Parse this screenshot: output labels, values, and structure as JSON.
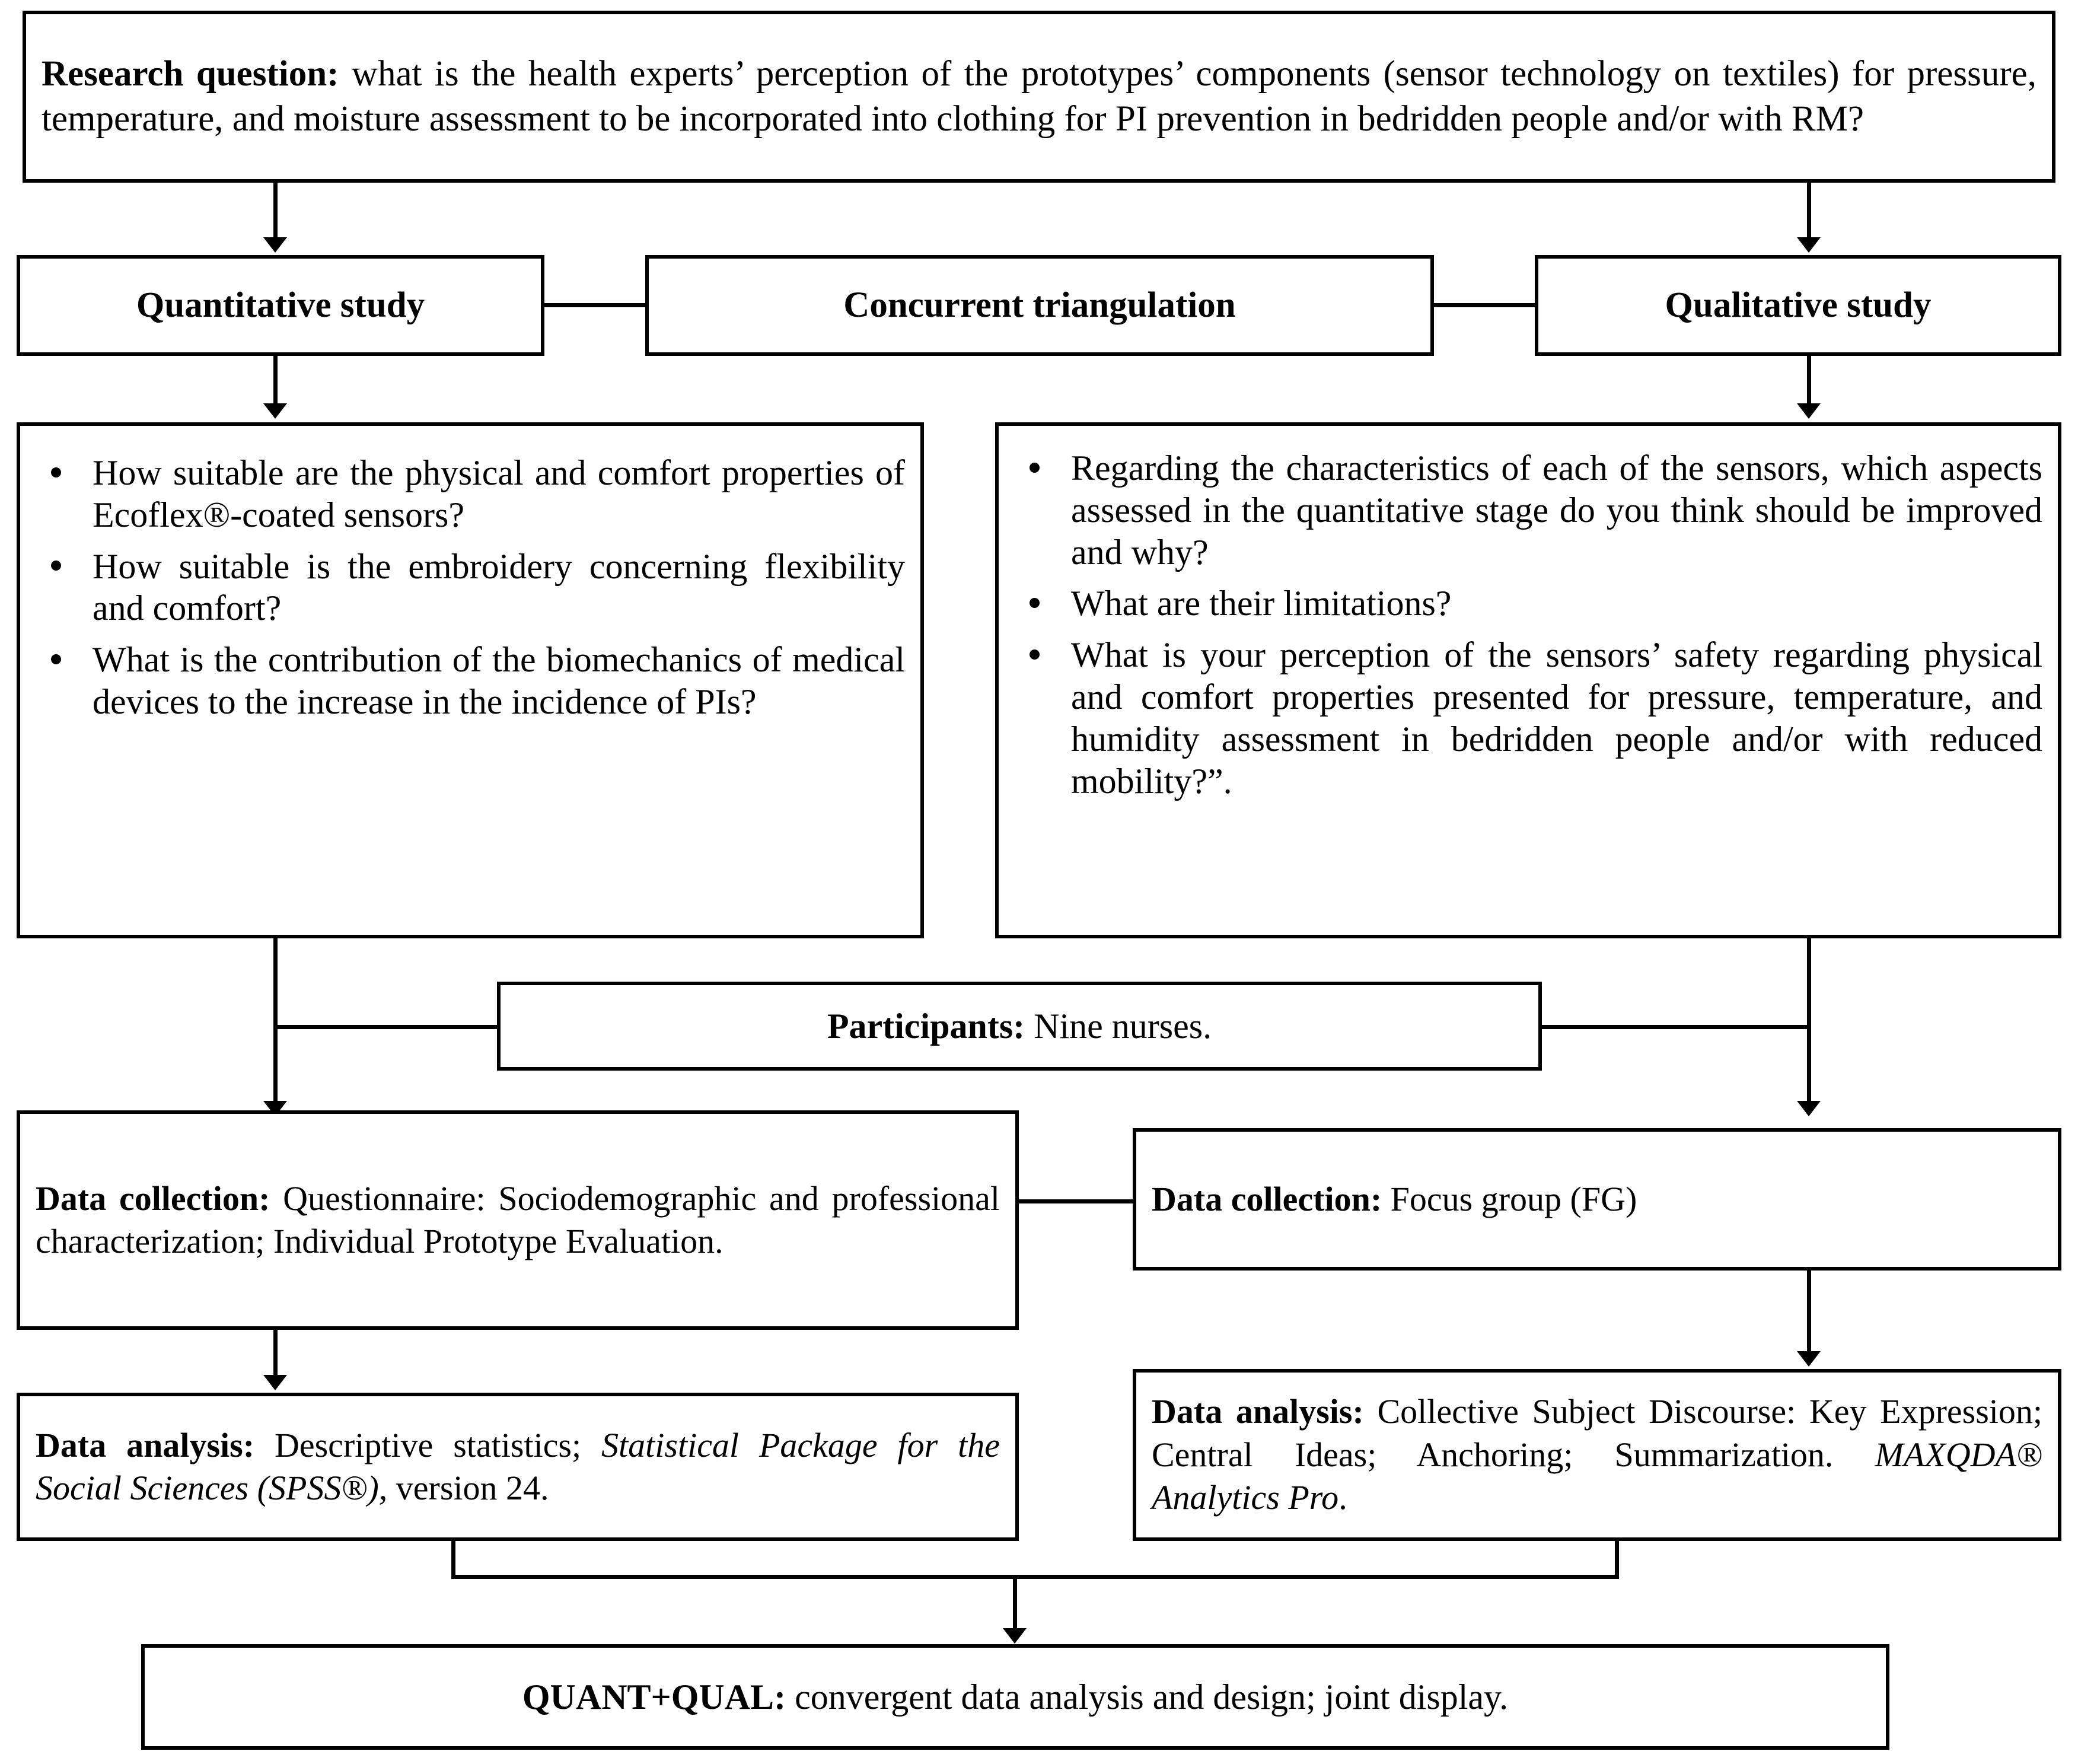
{
  "research_question": {
    "label": "Research question:",
    "text": " what is the health experts’ perception of the prototypes’ components (sensor technology on textiles) for pressure, temperature, and moisture assessment to be incorporated into clothing for PI prevention in bedridden people and/or with RM?"
  },
  "branches": {
    "quantitative": "Quantitative study",
    "triangulation": "Concurrent triangulation",
    "qualitative": "Qualitative study"
  },
  "quant_questions": [
    "How suitable are the physical and comfort properties of Ecoflex®-coated sensors?",
    "How suitable is the embroidery concerning flexibility and comfort?",
    "What is the contribution of the biomechanics of medical devices to the increase in the incidence of PIs?"
  ],
  "qual_questions": [
    "Regarding the characteristics of each of the sensors, which aspects assessed in the quantitative stage do you think should be improved and why?",
    "What are their limitations?",
    "What is your perception of the sensors’ safety regarding physical and comfort properties presented for pressure, temperature, and humidity assessment in bedridden people and/or with reduced mobility?”."
  ],
  "participants": {
    "label": "Participants:",
    "text": " Nine nurses."
  },
  "data_collection_quant": {
    "label": "Data collection:",
    "text": " Questionnaire: Sociodemographic and professional characterization; Individual Prototype Evaluation."
  },
  "data_collection_qual": {
    "label": "Data collection:",
    "text": " Focus group (FG)"
  },
  "data_analysis_quant": {
    "label": "Data analysis:",
    "text_a": " Descriptive statistics; ",
    "text_italic": "Statistical Package for the Social Sciences (SPSS®),",
    "text_b": " version 24."
  },
  "data_analysis_qual": {
    "label": "Data analysis:",
    "text_a": " Collective Subject Discourse: Key Expression; Central Ideas; Anchoring; Summarization. ",
    "text_italic": "MAXQDA® Analytics Pro",
    "text_b": "."
  },
  "final": {
    "label": "QUANT+QUAL:",
    "text": " convergent data analysis and design; joint display."
  },
  "colors": {
    "line": "#000000",
    "background": "#ffffff"
  }
}
